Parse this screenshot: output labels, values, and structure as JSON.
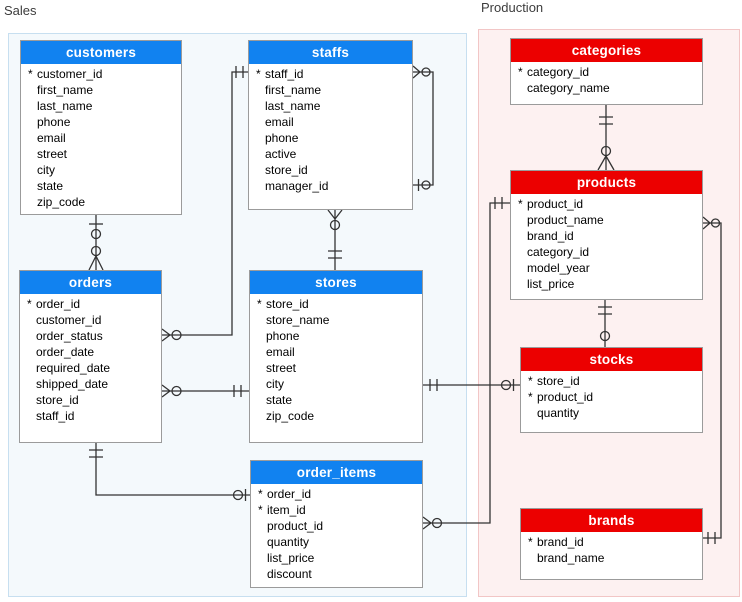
{
  "diagram": {
    "type": "entity-relationship-diagram",
    "notation": "crow-foot"
  },
  "marks": {
    "pk": "*"
  },
  "colors": {
    "sales_header": "#1182f0",
    "production_header": "#ec0000",
    "sales_group_fill": "#f4f9fc",
    "sales_group_border": "#c7dff0",
    "production_group_fill": "#fdf1f1",
    "production_group_border": "#f2c6c6",
    "table_border": "#9b9b9b",
    "line": "#333333"
  },
  "groups": {
    "sales": {
      "label": "Sales"
    },
    "production": {
      "label": "Production"
    }
  },
  "tables": {
    "customers": {
      "title": "customers",
      "group": "sales",
      "columns": [
        {
          "name": "customer_id",
          "pk": true
        },
        {
          "name": "first_name",
          "pk": false
        },
        {
          "name": "last_name",
          "pk": false
        },
        {
          "name": "phone",
          "pk": false
        },
        {
          "name": "email",
          "pk": false
        },
        {
          "name": "street",
          "pk": false
        },
        {
          "name": "city",
          "pk": false
        },
        {
          "name": "state",
          "pk": false
        },
        {
          "name": "zip_code",
          "pk": false
        }
      ]
    },
    "staffs": {
      "title": "staffs",
      "group": "sales",
      "columns": [
        {
          "name": "staff_id",
          "pk": true
        },
        {
          "name": "first_name",
          "pk": false
        },
        {
          "name": "last_name",
          "pk": false
        },
        {
          "name": "email",
          "pk": false
        },
        {
          "name": "phone",
          "pk": false
        },
        {
          "name": "active",
          "pk": false
        },
        {
          "name": "store_id",
          "pk": false
        },
        {
          "name": "manager_id",
          "pk": false
        }
      ]
    },
    "orders": {
      "title": "orders",
      "group": "sales",
      "columns": [
        {
          "name": "order_id",
          "pk": true
        },
        {
          "name": "customer_id",
          "pk": false
        },
        {
          "name": "order_status",
          "pk": false
        },
        {
          "name": "order_date",
          "pk": false
        },
        {
          "name": "required_date",
          "pk": false
        },
        {
          "name": "shipped_date",
          "pk": false
        },
        {
          "name": "store_id",
          "pk": false
        },
        {
          "name": "staff_id",
          "pk": false
        }
      ]
    },
    "stores": {
      "title": "stores",
      "group": "sales",
      "columns": [
        {
          "name": "store_id",
          "pk": true
        },
        {
          "name": "store_name",
          "pk": false
        },
        {
          "name": "phone",
          "pk": false
        },
        {
          "name": "email",
          "pk": false
        },
        {
          "name": "street",
          "pk": false
        },
        {
          "name": "city",
          "pk": false
        },
        {
          "name": "state",
          "pk": false
        },
        {
          "name": "zip_code",
          "pk": false
        }
      ]
    },
    "order_items": {
      "title": "order_items",
      "group": "sales",
      "columns": [
        {
          "name": "order_id",
          "pk": true
        },
        {
          "name": "item_id",
          "pk": true
        },
        {
          "name": "product_id",
          "pk": false
        },
        {
          "name": "quantity",
          "pk": false
        },
        {
          "name": "list_price",
          "pk": false
        },
        {
          "name": "discount",
          "pk": false
        }
      ]
    },
    "categories": {
      "title": "categories",
      "group": "production",
      "columns": [
        {
          "name": "category_id",
          "pk": true
        },
        {
          "name": "category_name",
          "pk": false
        }
      ]
    },
    "products": {
      "title": "products",
      "group": "production",
      "columns": [
        {
          "name": "product_id",
          "pk": true
        },
        {
          "name": "product_name",
          "pk": false
        },
        {
          "name": "brand_id",
          "pk": false
        },
        {
          "name": "category_id",
          "pk": false
        },
        {
          "name": "model_year",
          "pk": false
        },
        {
          "name": "list_price",
          "pk": false
        }
      ]
    },
    "stocks": {
      "title": "stocks",
      "group": "production",
      "columns": [
        {
          "name": "store_id",
          "pk": true
        },
        {
          "name": "product_id",
          "pk": true
        },
        {
          "name": "quantity",
          "pk": false
        }
      ]
    },
    "brands": {
      "title": "brands",
      "group": "production",
      "columns": [
        {
          "name": "brand_id",
          "pk": true
        },
        {
          "name": "brand_name",
          "pk": false
        }
      ]
    }
  },
  "relationships": [
    {
      "from": "customers",
      "to": "orders",
      "from_end": "one",
      "to_end": "zero-or-many"
    },
    {
      "from": "staffs",
      "to": "orders",
      "from_end": "one",
      "to_end": "zero-or-many"
    },
    {
      "from": "stores",
      "to": "orders",
      "from_end": "one",
      "to_end": "zero-or-many"
    },
    {
      "from": "orders",
      "to": "order_items",
      "from_end": "one",
      "to_end": "zero-or-one"
    },
    {
      "from": "staffs",
      "to": "staffs",
      "via": "manager_id",
      "from_end": "zero-or-one",
      "to_end": "zero-or-many"
    },
    {
      "from": "stores",
      "to": "staffs",
      "from_end": "one",
      "to_end": "zero-or-many"
    },
    {
      "from": "stores",
      "to": "stocks",
      "from_end": "one",
      "to_end": "zero-or-one"
    },
    {
      "from": "categories",
      "to": "products",
      "from_end": "one",
      "to_end": "zero-or-many"
    },
    {
      "from": "products",
      "to": "stocks",
      "from_end": "one",
      "to_end": "zero-or-one"
    },
    {
      "from": "products",
      "to": "order_items",
      "from_end": "one",
      "to_end": "zero-or-many"
    },
    {
      "from": "brands",
      "to": "products",
      "from_end": "one",
      "to_end": "zero-or-many"
    }
  ]
}
